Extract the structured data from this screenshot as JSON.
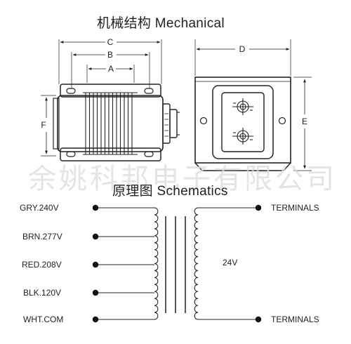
{
  "mechanical": {
    "title": "机械结构 Mechanical",
    "dims": {
      "a": "A",
      "b": "B",
      "c": "C",
      "d": "D",
      "e": "E",
      "f": "F"
    }
  },
  "watermark": "余姚科邦电子有限公司",
  "schematic": {
    "title": "原理图 Schematics",
    "primary_taps": [
      "GRY.240V",
      "BRN.277V",
      "RED.208V",
      "BLK.120V",
      "WHT.COM"
    ],
    "secondary_voltage": "24V",
    "terminals": [
      "TERMINALS",
      "TERMINALS"
    ]
  },
  "colors": {
    "line": "#222222",
    "watermark": "#dcdcdc"
  }
}
